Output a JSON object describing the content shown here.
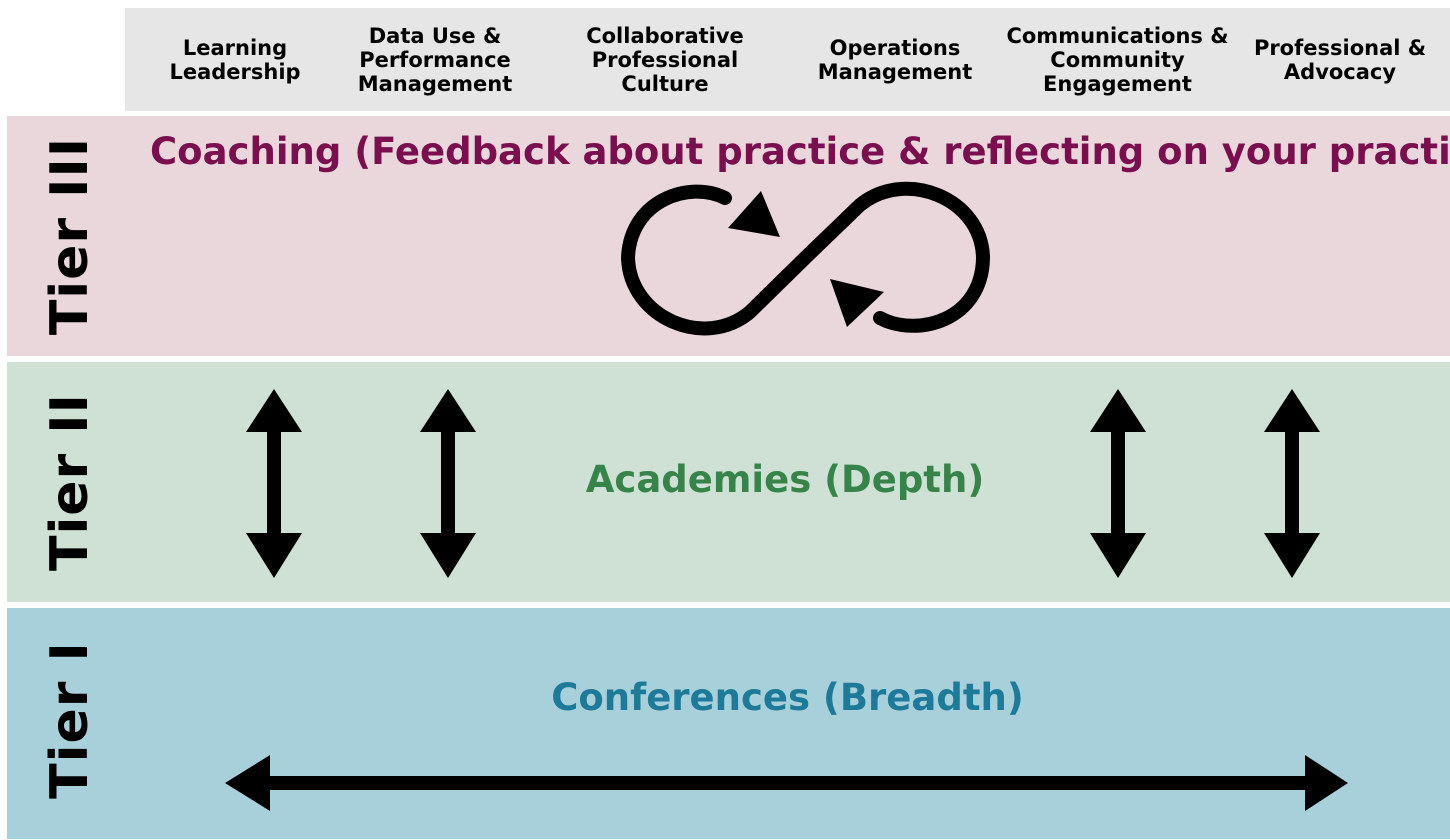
{
  "header": {
    "columns": [
      "Learning Leadership",
      "Data Use & Performance Management",
      "Collaborative Professional Culture",
      "Operations Management",
      "Communications & Community Engagement",
      "Professional & Advocacy"
    ]
  },
  "tiers": {
    "tier3": {
      "label": "Tier III",
      "title": "Coaching (Feedback about practice & reflecting on your practice)",
      "color": "#7a0e4e",
      "background": "#ead7dc"
    },
    "tier2": {
      "label": "Tier II",
      "title": "Academies (Depth)",
      "color": "#368449",
      "background": "#cfe0d5"
    },
    "tier1": {
      "label": "Tier I",
      "title": "Conferences (Breadth)",
      "color": "#1d7b99",
      "background": "#a8d0db"
    }
  },
  "icons": {
    "coaching": "infinity-cycle-icon",
    "academies": "vertical-double-arrow-icon",
    "conferences": "horizontal-double-arrow-icon"
  }
}
